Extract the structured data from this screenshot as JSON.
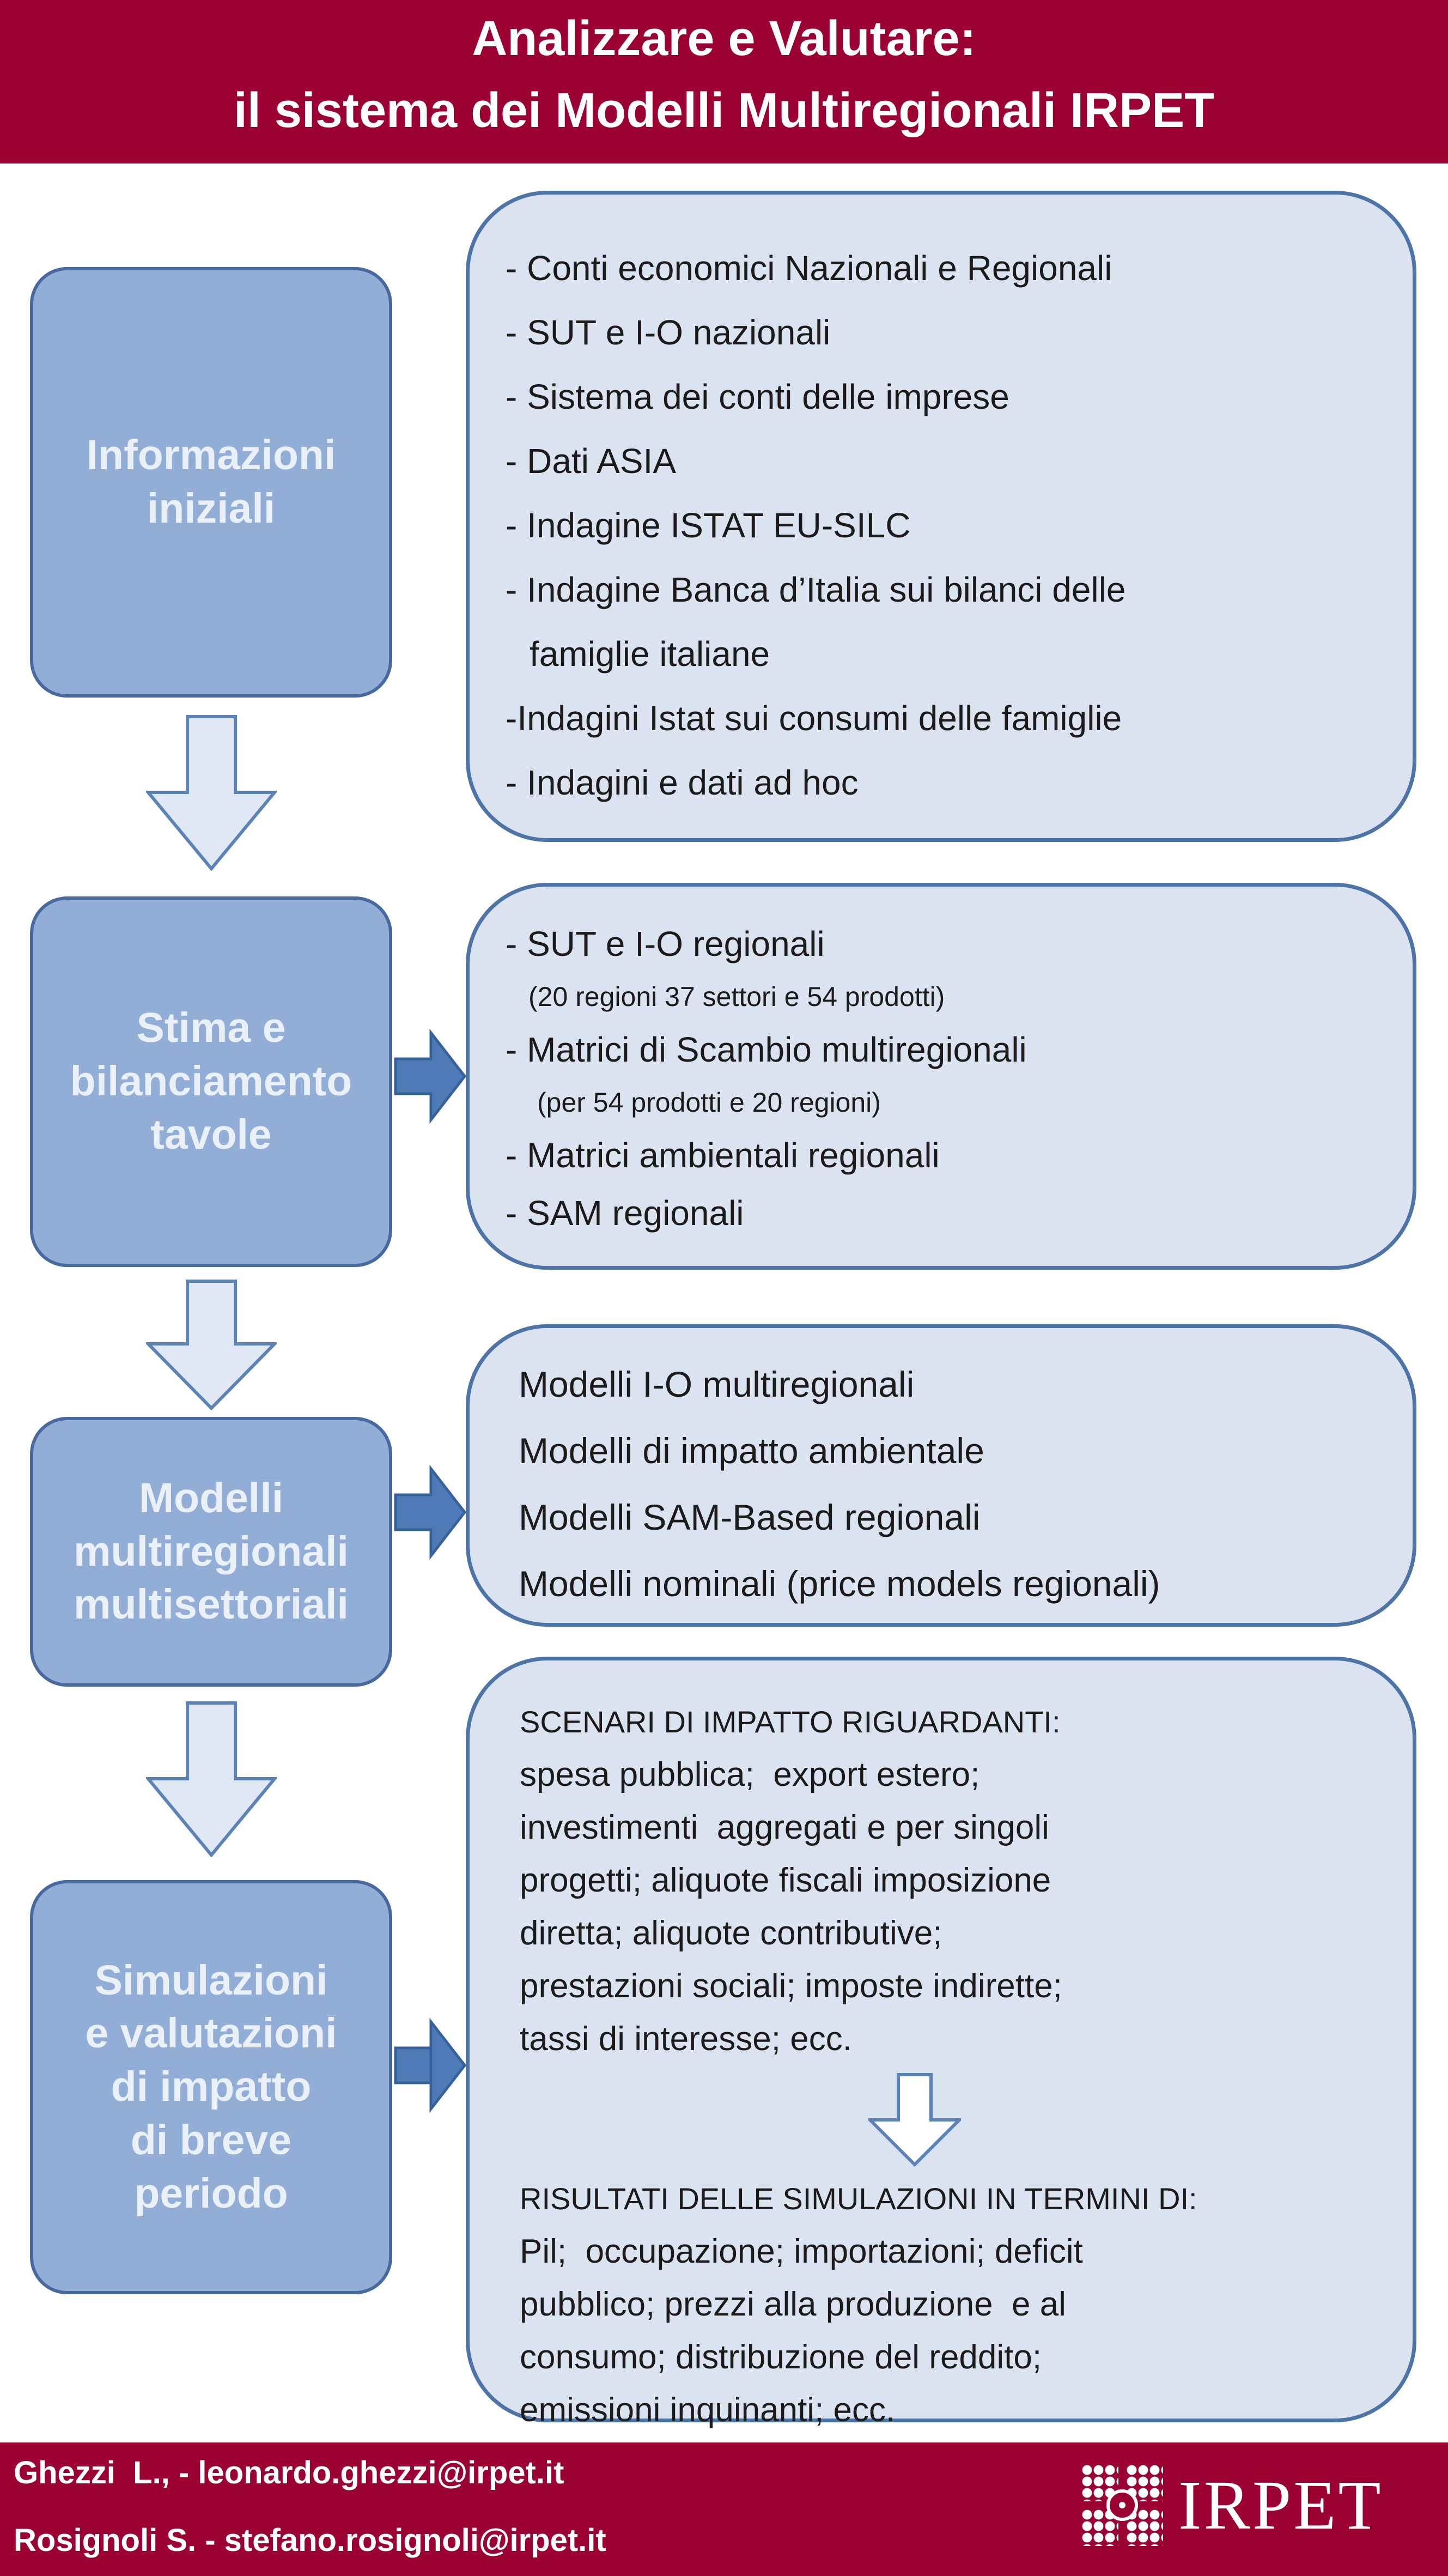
{
  "title": {
    "line1": "Analizzare e Valutare:",
    "line2": "il sistema dei Modelli Multiregionali IRPET"
  },
  "colors": {
    "band_red": "#9b0133",
    "stage_fill": "#92aed6",
    "stage_border": "#47699f",
    "detail_fill": "#dce3f0",
    "detail_border": "#4d74a7",
    "down_arrow_fill": "#dfe8f4",
    "down_arrow_border": "#5b83b5",
    "flow_arrow_fill": "#4e7ab5",
    "text_dark": "#1b1b1b",
    "text_light": "#eaf0f8"
  },
  "stages": [
    {
      "label_lines": [
        "Informazioni",
        "iniziali"
      ]
    },
    {
      "label_lines": [
        "Stima e",
        "bilanciamento",
        "tavole"
      ]
    },
    {
      "label_lines": [
        "Modelli",
        "multiregionali",
        "multisettoriali"
      ]
    },
    {
      "label_lines": [
        "Simulazioni",
        "e valutazioni",
        "di impatto",
        "di breve",
        "periodo"
      ]
    }
  ],
  "detail1": {
    "lines": [
      "- Conti economici Nazionali e Regionali",
      "- SUT e I-O nazionali",
      "- Sistema dei conti delle imprese",
      "- Dati ASIA",
      "- Indagine ISTAT EU-SILC",
      "- Indagine Banca d’Italia sui bilanci delle",
      "famiglie italiane",
      "-Indagini Istat sui consumi delle famiglie",
      "- Indagini e dati ad hoc"
    ]
  },
  "detail2": {
    "main1": "- SUT e I-O regionali",
    "sub1": "(20 regioni 37 settori e 54 prodotti)",
    "main2": "- Matrici di Scambio multiregionali",
    "sub2": "(per 54 prodotti e 20 regioni)",
    "main3": "- Matrici ambientali regionali",
    "main4": "- SAM regionali"
  },
  "detail3": {
    "lines": [
      "Modelli I-O multiregionali",
      "Modelli di impatto ambientale",
      "Modelli SAM-Based regionali",
      "Modelli nominali (price models regionali)"
    ]
  },
  "detail4": {
    "scenari_head": "SCENARI DI IMPATTO RIGUARDANTI:",
    "scenari_lines": [
      "spesa pubblica;  export estero;",
      "investimenti  aggregati e per singoli",
      "progetti; aliquote fiscali imposizione",
      "diretta; aliquote contributive;",
      "prestazioni sociali; imposte indirette;",
      "tassi di interesse; ecc."
    ],
    "risultati_head": "RISULTATI DELLE SIMULAZIONI IN TERMINI DI:",
    "risultati_lines": [
      "Pil;  occupazione; importazioni; deficit",
      "pubblico; prezzi alla produzione  e al",
      "consumo; distribuzione del reddito;",
      "emissioni inquinanti; ecc."
    ]
  },
  "footer": {
    "line1": "Ghezzi  L., - leonardo.ghezzi@irpet.it",
    "line2": "Rosignoli S. - stefano.rosignoli@irpet.it",
    "logo_text": "IRPET"
  }
}
